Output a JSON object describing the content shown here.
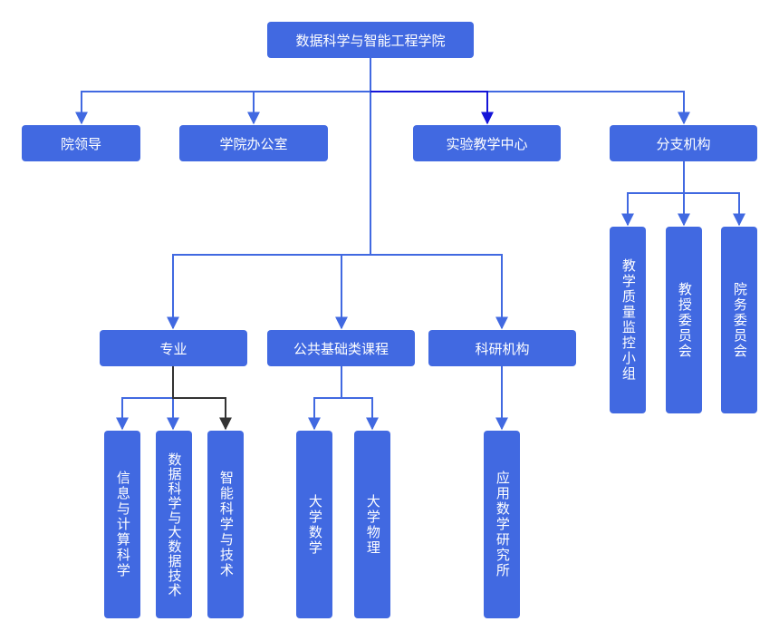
{
  "root": "数据科学与智能工程学院",
  "level1": [
    "院领导",
    "学院办公室",
    "实验教学中心",
    "分支机构"
  ],
  "level2": [
    "专业",
    "公共基础类课程",
    "科研机构"
  ],
  "branch_children": [
    "教学质量监控小组",
    "教授委员会",
    "院务委员会"
  ],
  "major_children": [
    "信息与计算科学",
    "数据科学与大数据技术",
    "智能科学与技术"
  ],
  "course_children": [
    "大学数学",
    "大学物理"
  ],
  "research_children": [
    "应用数学研究所"
  ],
  "colors": {
    "node": "#4169E1",
    "line": "#4169E1",
    "highlight_line": "#1414d8",
    "dark_line": "#333333"
  }
}
